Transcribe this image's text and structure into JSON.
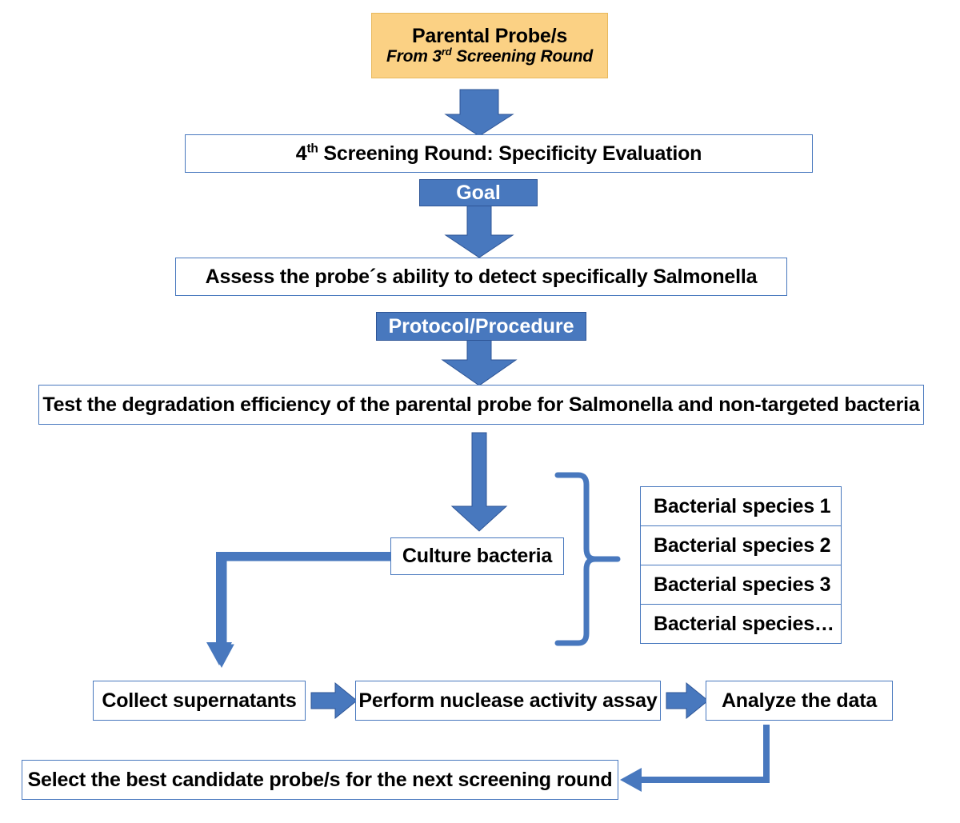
{
  "diagram": {
    "title_box": {
      "line1": "Parental Probe/s",
      "line2_pre": "From 3",
      "line2_sup": "rd",
      "line2_post": " Screening Round"
    },
    "round_box": {
      "pre": "4",
      "sup": "th",
      "post": " Screening Round: Specificity Evaluation"
    },
    "goal_chip": "Goal",
    "goal_box": "Assess the probe´s ability to detect specifically Salmonella",
    "protocol_chip": "Protocol/Procedure",
    "test_box": "Test the degradation efficiency of the parental probe for Salmonella and non-targeted bacteria",
    "culture_box": "Culture bacteria",
    "species": [
      "Bacterial species 1",
      "Bacterial species 2",
      "Bacterial species 3",
      "Bacterial species…"
    ],
    "collect_box": "Collect supernatants",
    "assay_box": "Perform nuclease activity assay",
    "analyze_box": "Analyze the data",
    "select_box": "Select the best candidate probe/s for the next screening round",
    "colors": {
      "arrow_blue": "#4878BE",
      "arrow_blue_dark": "#2E5596",
      "box_border": "#4878BE",
      "highlight_orange": "#FBD184",
      "highlight_orange_border": "#E8B95E",
      "text": "#000000",
      "chip_text": "#FFFFFF",
      "background": "#FFFFFF"
    },
    "icons": {
      "down_arrow": "down-arrow-icon",
      "right_arrow": "right-arrow-icon",
      "left_arrow": "left-arrow-icon",
      "brace": "curly-brace-icon",
      "elbow": "elbow-connector-icon"
    }
  }
}
